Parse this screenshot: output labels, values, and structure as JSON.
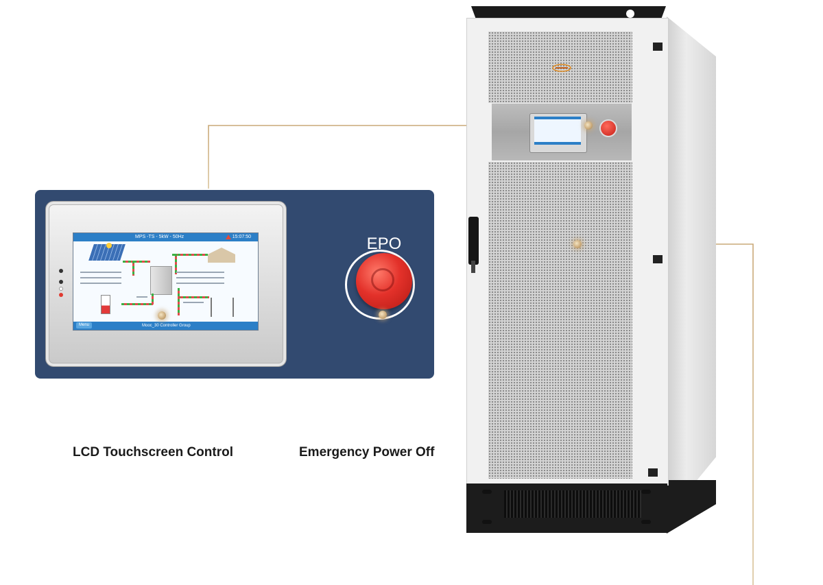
{
  "callouts": {
    "lcd": "LCD Touchscreen Control",
    "epo": "Emergency Power Off"
  },
  "epo_button": {
    "label": "EPO"
  },
  "hmi": {
    "title": "MPS -TS - 5kW - 50Hz",
    "clock": "15:07:50",
    "menu": "Menu",
    "footer": "Mooc_30 Controller Group"
  },
  "colors": {
    "panel": "#324a70",
    "leader_gold": "#c9a877",
    "epo_red": "#e3312a",
    "hmi_blue": "#2c7fc7"
  }
}
